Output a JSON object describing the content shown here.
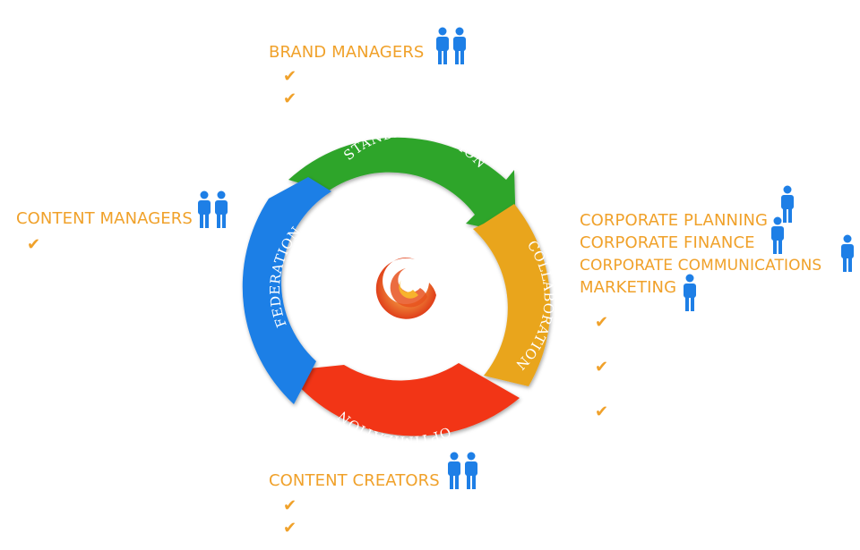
{
  "diagram": {
    "segments": {
      "standardization": "STANDARDIZATION",
      "collaboration": "COLLABORATION",
      "optimization": "OPTIMIZATION",
      "federation": "FEDERATION"
    },
    "colors": {
      "standardization": "#2ea52b",
      "collaboration": "#e9a51f",
      "optimization": "#f23612",
      "federation": "#1e7fe6",
      "label_text": "#f0a12a",
      "people_icon": "#1e7fe6"
    }
  },
  "groups": {
    "brand_managers": {
      "title": "BRAND MANAGERS",
      "checks": 2
    },
    "content_managers": {
      "title": "CONTENT MANAGERS",
      "checks": 1
    },
    "corporate": {
      "titles": [
        "CORPORATE PLANNING",
        "CORPORATE FINANCE",
        "CORPORATE COMMUNICATIONS",
        "MARKETING"
      ],
      "checks": 3
    },
    "content_creators": {
      "title": "CONTENT CREATORS",
      "checks": 2
    }
  },
  "icons": {
    "check": "checkmark-icon",
    "person": "person-icon",
    "pair": "people-pair-icon",
    "logo": "swirl-logo-icon"
  }
}
